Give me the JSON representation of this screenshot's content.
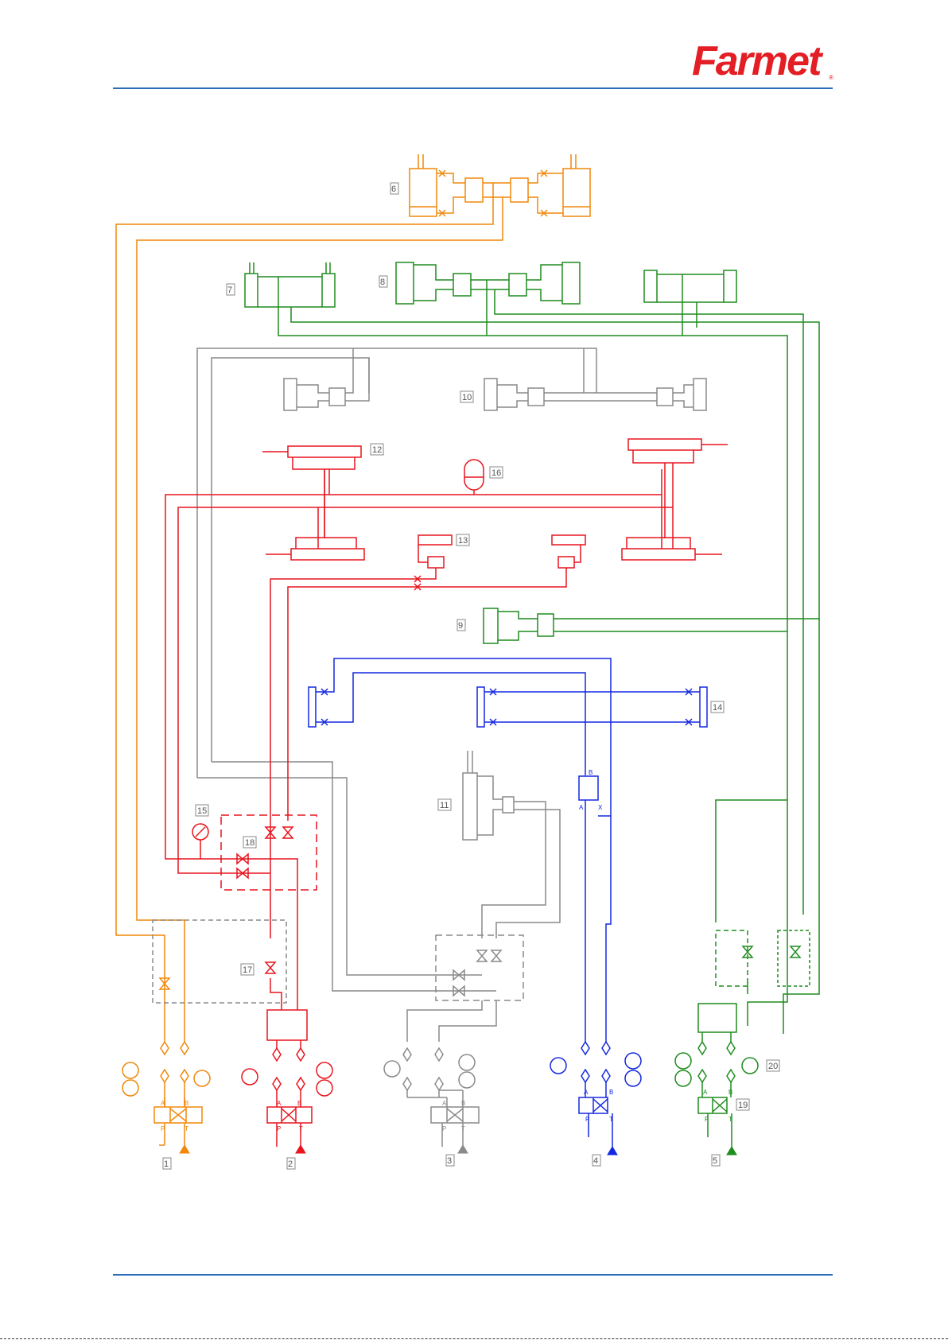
{
  "brand": {
    "name": "Farmet",
    "registered": "®",
    "color": "#e31e24",
    "rule_color": "#2a6db5"
  },
  "circuit_colors": {
    "orange": "#f0880a",
    "red": "#e8141e",
    "gray": "#8a8a8a",
    "blue": "#1428e0",
    "green": "#1e8c1e"
  },
  "component_labels": {
    "c1": "1",
    "c2": "2",
    "c3": "3",
    "c4": "4",
    "c5": "5",
    "c6": "6",
    "c7": "7",
    "c8": "8",
    "c9": "9",
    "c10": "10",
    "c11": "11",
    "c12": "12",
    "c13": "13",
    "c14": "14",
    "c15": "15",
    "c16": "16",
    "c17": "17",
    "c18": "18",
    "c19": "19",
    "c20": "20"
  },
  "port_labels": {
    "a": "A",
    "b": "B",
    "p": "P",
    "t": "T",
    "x": "X"
  }
}
